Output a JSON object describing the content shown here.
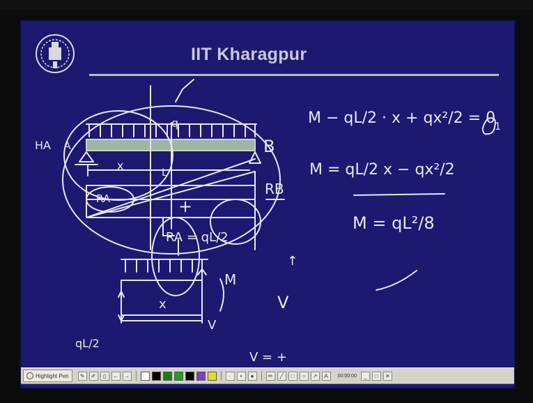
{
  "slide": {
    "title": "IIT Kharagpur",
    "logo_icon": "iit-kharagpur-logo-icon",
    "background_color": "#1d1870"
  },
  "handwriting": {
    "label_q": "q",
    "label_HA": "HA",
    "label_A": "A",
    "label_B": "B",
    "label_RA": "RA",
    "label_RB": "RB",
    "label_x": "x",
    "label_L": "L",
    "label_x_fbd": "x",
    "label_M": "M",
    "label_V": "V",
    "label_V_right": "V",
    "eq1": "M − qL/2 · x + qx²/2 = 0",
    "eq1_number": "1",
    "eq2": "M = qL/2 x − qx²/2",
    "eq3": "M = qL²/8",
    "moment_arrow": "↑",
    "bottom_eq": "V = +",
    "reaction_eq": "RA = qL/2",
    "fbd_reaction": "qL/2"
  },
  "toolbar": {
    "start_label": "Highlight Pen",
    "time_text": "00:00:00",
    "colors": [
      "#ffffff",
      "#000000",
      "#1a7f1a",
      "#20a020",
      "#000000",
      "#7f3fbf",
      "#dede22",
      "#ffffff"
    ]
  }
}
